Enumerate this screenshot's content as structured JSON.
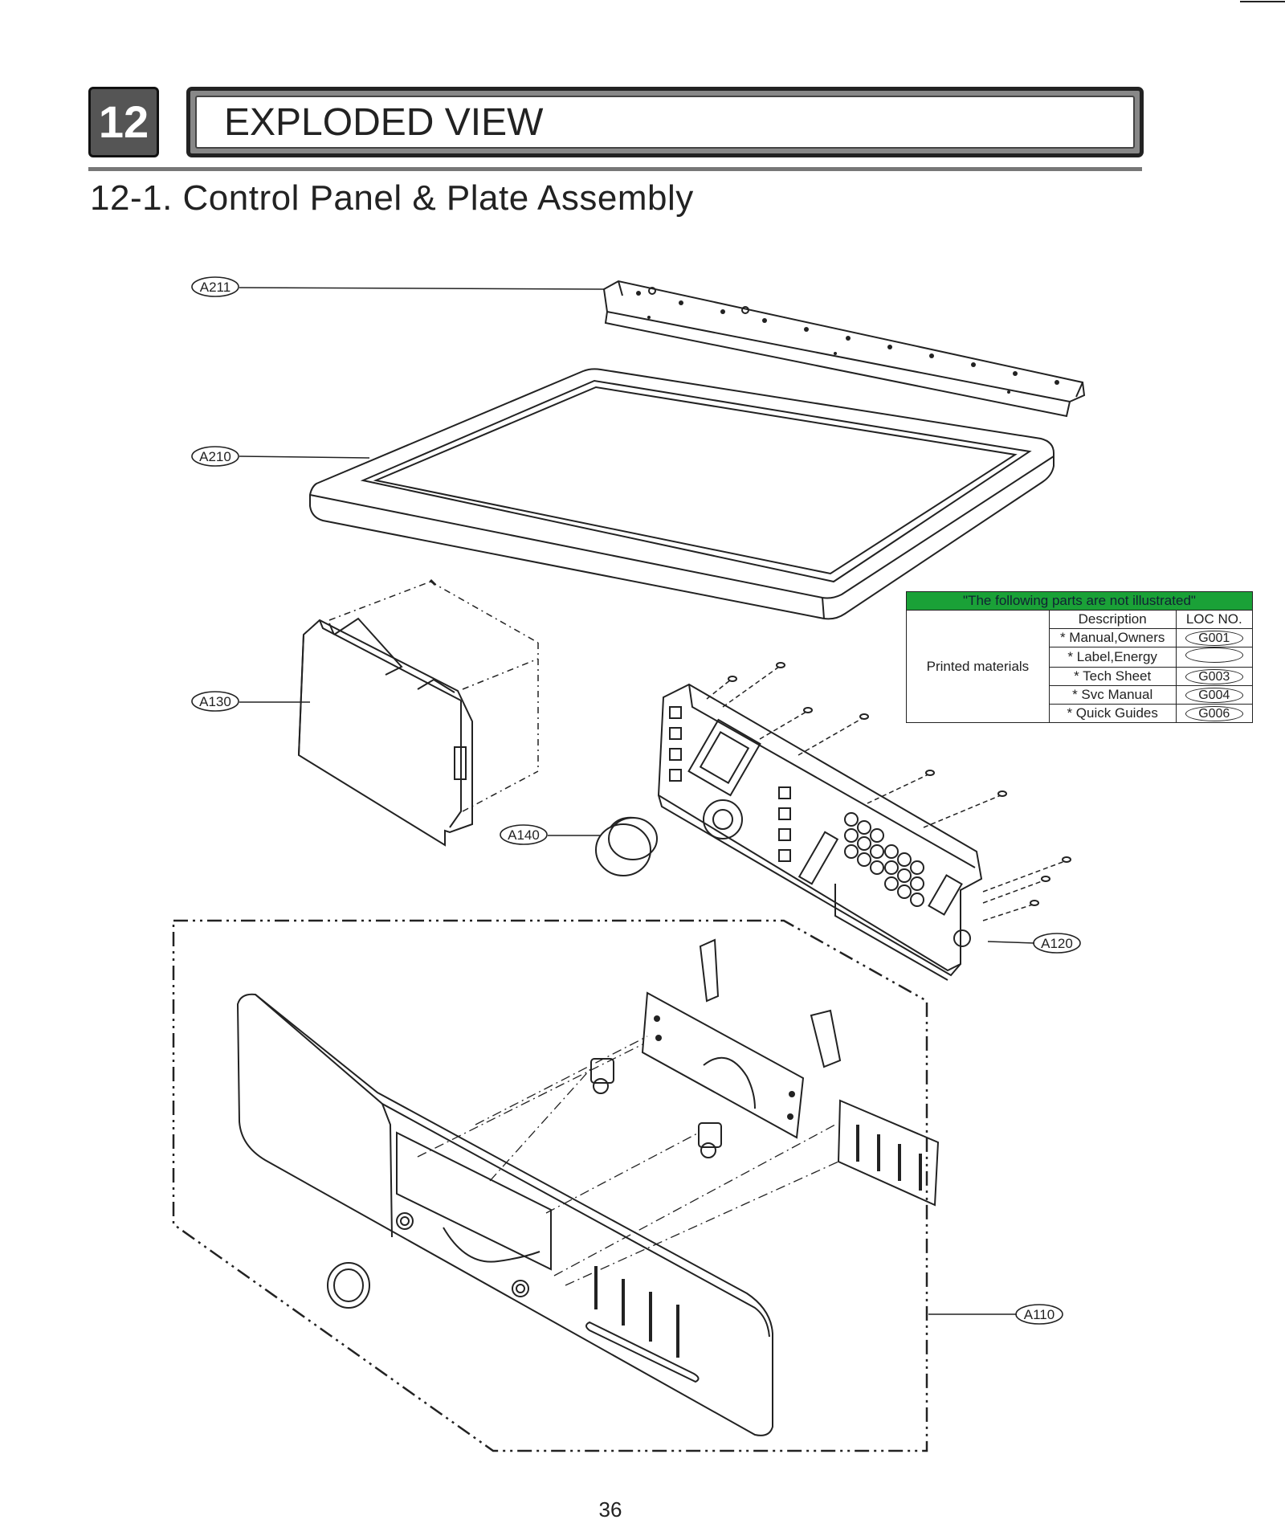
{
  "header": {
    "chapter_number": "12",
    "title": "EXPLODED VIEW",
    "subtitle": "12-1. Control Panel & Plate Assembly"
  },
  "callouts": {
    "a211": "A211",
    "a210": "A210",
    "a130": "A130",
    "a140": "A140",
    "a120": "A120",
    "a110": "A110"
  },
  "parts_table": {
    "banner": "\"The following parts are not illustrated\"",
    "col_description": "Description",
    "col_loc": "LOC NO.",
    "group": "Printed materials",
    "rows": [
      {
        "description": "* Manual,Owners",
        "loc": "G001"
      },
      {
        "description": "* Label,Energy",
        "loc": ""
      },
      {
        "description": "* Tech Sheet",
        "loc": "G003"
      },
      {
        "description": "* Svc Manual",
        "loc": "G004"
      },
      {
        "description": "* Quick Guides",
        "loc": "G006"
      }
    ]
  },
  "footer": {
    "page_number": "36"
  }
}
